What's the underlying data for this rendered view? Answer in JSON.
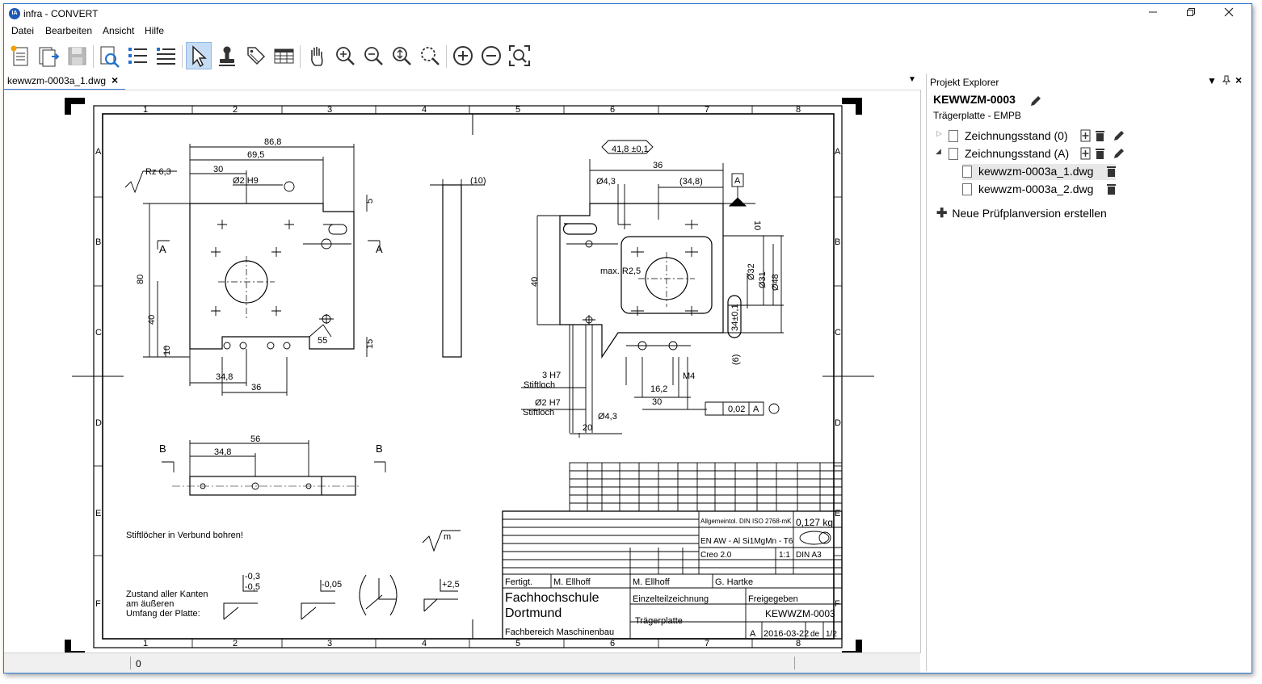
{
  "window": {
    "title": "infra - CONVERT",
    "app_icon_text": "IA"
  },
  "menu": [
    "Datei",
    "Bearbeiten",
    "Ansicht",
    "Hilfe"
  ],
  "toolbar_icons": [
    "new-document-icon",
    "import-document-icon",
    "save-icon",
    "zoom-document-icon",
    "list-tree-icon",
    "list-lines-icon",
    "select-arrow-icon",
    "stamp-icon",
    "tag-icon",
    "table-icon",
    "pan-hand-icon",
    "zoom-in-icon",
    "zoom-out-icon",
    "zoom-fit-icon",
    "zoom-window-icon",
    "add-circle-icon",
    "remove-circle-icon",
    "zoom-extents-icon"
  ],
  "document_tab": {
    "label": "kewwzm-0003a_1.dwg"
  },
  "statusbar": {
    "value": "0"
  },
  "explorer": {
    "header": "Projekt Explorer",
    "project_title": "KEWWZM-0003",
    "project_subtitle": "Trägerplatte - EMPB",
    "states": [
      {
        "label": "Zeichnungsstand (0)",
        "expanded": false,
        "files": []
      },
      {
        "label": "Zeichnungsstand (A)",
        "expanded": true,
        "files": [
          "kewwzm-0003a_1.dwg",
          "kewwzm-0003a_2.dwg"
        ]
      }
    ],
    "new_version": "Neue Prüfplanversion erstellen"
  },
  "drawing": {
    "columns": [
      "1",
      "2",
      "3",
      "4",
      "5",
      "6",
      "7",
      "8"
    ],
    "rows": [
      "A",
      "B",
      "C",
      "D",
      "E",
      "F"
    ],
    "dims": {
      "d86": "86,8",
      "d69": "69,5",
      "d30": "30",
      "rz": "Rz 6,3",
      "d2h9": "Ø2 H9",
      "d80": "80",
      "d40": "40",
      "d10": "10",
      "d15": "15",
      "d5": "5",
      "d348": "34,8",
      "d36": "36",
      "d55": "55",
      "secA": "A",
      "d10b": "(10)",
      "d418": "41,8 ±0,1",
      "d43": "Ø4,3",
      "d36b": "36",
      "d348b": "(34,8)",
      "datA": "A",
      "d10c": "10",
      "r25": "max. R2,5",
      "d32": "Ø32",
      "d31": "Ø31",
      "d48": "Ø48",
      "d40b": "40",
      "d341": "34±0,1",
      "d6": "(6)",
      "h7a": "3 H7",
      "stift1": "Stiftloch",
      "h7b": "Ø2 H7",
      "stift2": "Stiftloch",
      "d162": "16,2",
      "m4": "M4",
      "d30b": "30",
      "d20": "20",
      "d43b": "Ø4,3",
      "tol": "0,02",
      "secB": "B",
      "d56": "56",
      "d348c": "34,8",
      "note1": "Stiftlöcher in Verbund bohren!",
      "rough_m": "m",
      "note2a": "Zustand aller Kanten",
      "note2b": "am äußeren",
      "note2c": "Umfang der Platte:",
      "e1": "-0,3",
      "e2": "-0,5",
      "e3": "-0,05",
      "e4": "+2,5"
    },
    "titleblock": {
      "weight": "0,127 kg",
      "material": "EN AW - Al Si1MgMn - T6",
      "norm": "Allgemeintol. DIN ISO 2768-mK",
      "cad": "Creo 2.0",
      "scale": "1:1",
      "format": "DIN A3",
      "fertig": "Fertigt.",
      "ref": "M. Ellhoff",
      "erstellt": "M. Ellhoff",
      "genehmigt": "G. Hartke",
      "school1": "Fachhochschule",
      "school2": "Dortmund",
      "dept": "Fachbereich Maschinenbau",
      "dtype": "Einzelteilzeichnung",
      "status": "Freigegeben",
      "title": "Trägerplatte",
      "number": "KEWWZM-0003",
      "rev": "A",
      "date": "2016-03-22",
      "lang": "de",
      "sheet": "1/2"
    }
  }
}
